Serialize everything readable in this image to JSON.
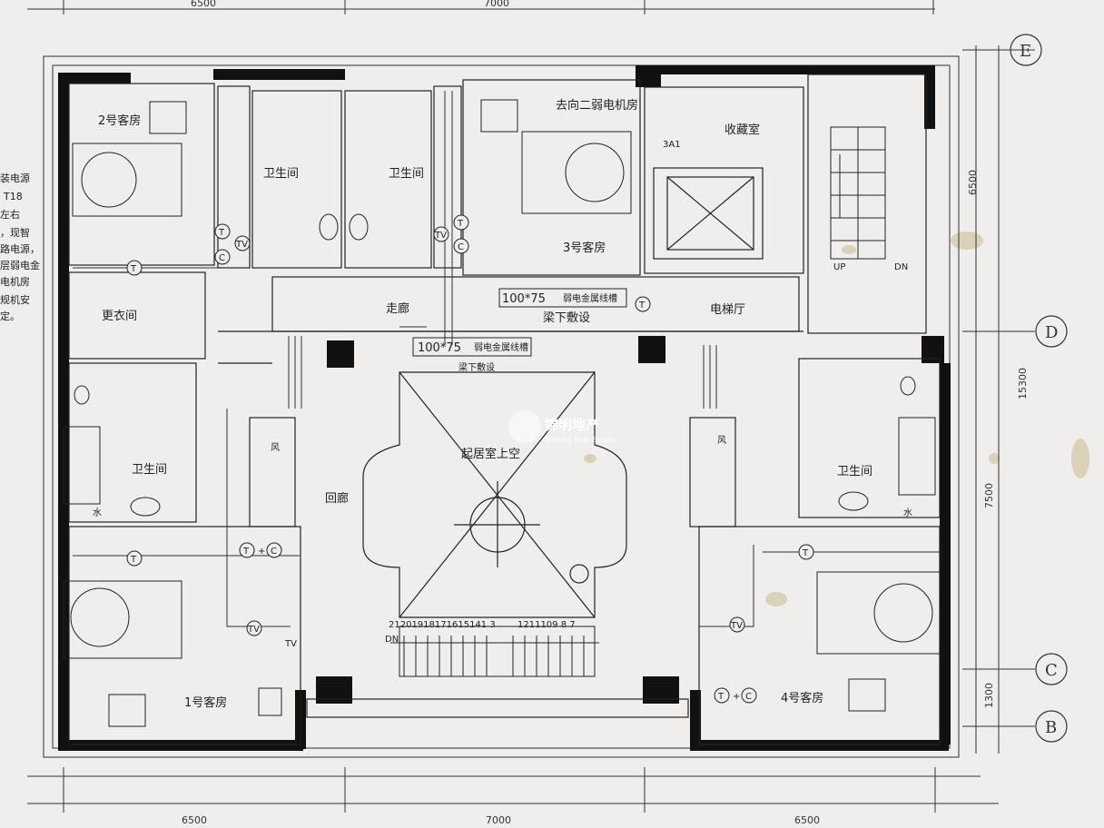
{
  "dimensions": {
    "top": [
      "6500",
      "7000"
    ],
    "bottom": [
      "6500",
      "7000",
      "6500"
    ],
    "right": [
      "6500",
      "15300",
      "7500",
      "1300"
    ]
  },
  "axes": [
    "E",
    "D",
    "C",
    "B"
  ],
  "rooms": {
    "guest2": "2号客房",
    "guest3": "3号客房",
    "guest1": "1号客房",
    "guest4": "4号客房",
    "bath_a": "卫生间",
    "bath_b": "卫生间",
    "bath_left": "卫生间",
    "bath_right": "卫生间",
    "dressing": "更衣间",
    "collection": "收藏室",
    "corridor": "走廊",
    "elevator_hall": "电梯厅",
    "gallery": "回廊",
    "void": "起居室上空",
    "weak_room": "去向二弱电机房",
    "shaft_3a1": "3A1",
    "wind_left": "风",
    "wind_right": "风",
    "water_left": "水",
    "water_right": "水"
  },
  "trays": {
    "upper_spec": "100*75",
    "upper_name": "弱电金属线槽",
    "upper_note": "梁下敷设",
    "lower_spec": "100*75",
    "lower_name": "弱电金属线槽",
    "lower_note": "梁下敷设"
  },
  "stairs": {
    "up": "UP",
    "dn": "DN",
    "main_dn": "DN",
    "steps_left": "21201918171615141 3",
    "steps_right": "1211109 8 7"
  },
  "symbols": {
    "tel": "T",
    "tv": "TV",
    "data": "C",
    "plus": "+",
    "small_tv": "TV"
  },
  "side_notes": [
    "装电源",
    "T18",
    "左右",
    "，现智",
    "路电源，",
    "层弱电金",
    "电机房",
    "规机安",
    "定。"
  ],
  "watermark": {
    "name": "锦明地产",
    "en": "Jinming Real Estate"
  },
  "colors": {
    "paper": "#efeeec",
    "ink": "#222222",
    "wall": "#111111",
    "stain": "#b59a55"
  }
}
